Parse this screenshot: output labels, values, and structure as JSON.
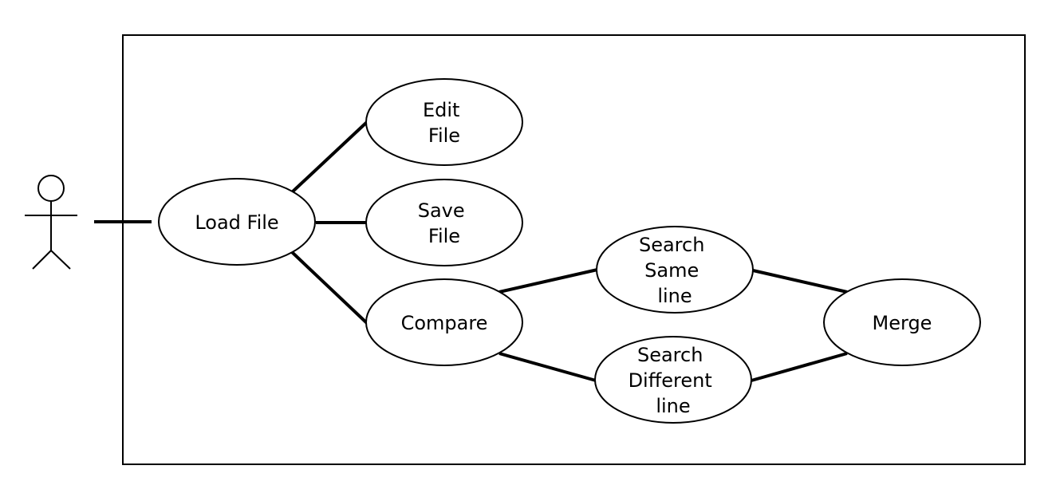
{
  "diagram": {
    "type": "use-case",
    "actor": {
      "label": ""
    },
    "use_cases": {
      "load_file": {
        "lines": [
          "Load File"
        ]
      },
      "edit_file": {
        "lines": [
          "Edit",
          "File"
        ]
      },
      "save_file": {
        "lines": [
          "Save",
          "File"
        ]
      },
      "compare": {
        "lines": [
          "Compare"
        ]
      },
      "search_same_line": {
        "lines": [
          "Search",
          "Same",
          "line"
        ]
      },
      "search_different_line": {
        "lines": [
          "Search",
          "Different",
          "line"
        ]
      },
      "merge": {
        "lines": [
          "Merge"
        ]
      }
    },
    "connections": [
      {
        "from": "actor",
        "to": "load_file"
      },
      {
        "from": "load_file",
        "to": "edit_file"
      },
      {
        "from": "load_file",
        "to": "save_file"
      },
      {
        "from": "load_file",
        "to": "compare"
      },
      {
        "from": "compare",
        "to": "search_same_line"
      },
      {
        "from": "compare",
        "to": "search_different_line"
      },
      {
        "from": "search_same_line",
        "to": "merge"
      },
      {
        "from": "search_different_line",
        "to": "merge"
      }
    ],
    "colors": {
      "stroke": "#000000",
      "fill": "#ffffff",
      "background": "#ffffff"
    }
  }
}
